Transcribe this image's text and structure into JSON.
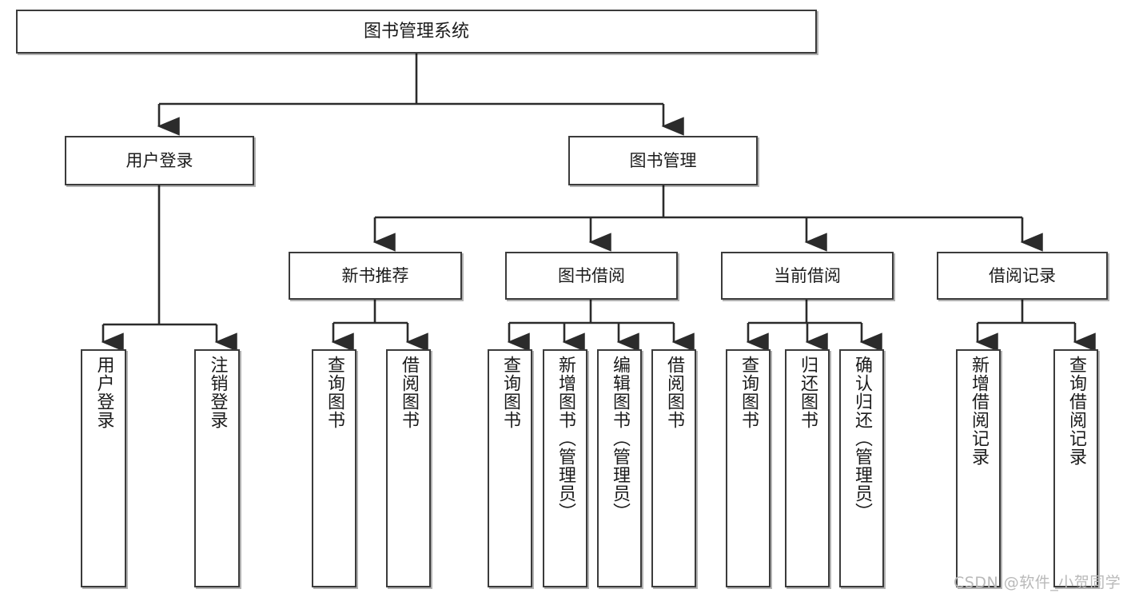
{
  "diagram": {
    "type": "tree-hierarchy",
    "title": "图书管理系统",
    "watermark": "CSDN @软件_小贺同学",
    "colors": {
      "box_border": "#3b3b3b",
      "box_fill": "#ffffff",
      "edge": "#2b2b2b",
      "text": "#1b1b1b",
      "watermark": "#b9b9b9"
    },
    "nodes": {
      "root": {
        "label": "图书管理系统"
      },
      "level2": [
        {
          "id": "user-login",
          "label": "用户登录"
        },
        {
          "id": "book-management",
          "label": "图书管理"
        }
      ],
      "level3": [
        {
          "id": "new-book-recommend",
          "label": "新书推荐"
        },
        {
          "id": "book-borrow",
          "label": "图书借阅"
        },
        {
          "id": "current-borrow",
          "label": "当前借阅"
        },
        {
          "id": "borrow-record",
          "label": "借阅记录"
        }
      ],
      "leaves": [
        {
          "id": "leaf-user-login",
          "label": "用户登录",
          "parent": "user-login"
        },
        {
          "id": "leaf-user-logout",
          "label": "注销登录",
          "parent": "user-login"
        },
        {
          "id": "leaf-query-book-1",
          "label": "查询图书",
          "parent": "new-book-recommend"
        },
        {
          "id": "leaf-borrow-book-1",
          "label": "借阅图书",
          "parent": "new-book-recommend"
        },
        {
          "id": "leaf-query-book-2",
          "label": "查询图书",
          "parent": "book-borrow"
        },
        {
          "id": "leaf-add-book",
          "label": "新增图书（管理员）",
          "parent": "book-borrow"
        },
        {
          "id": "leaf-edit-book",
          "label": "编辑图书（管理员）",
          "parent": "book-borrow"
        },
        {
          "id": "leaf-borrow-book-2",
          "label": "借阅图书",
          "parent": "book-borrow"
        },
        {
          "id": "leaf-query-book-3",
          "label": "查询图书",
          "parent": "current-borrow"
        },
        {
          "id": "leaf-return-book",
          "label": "归还图书",
          "parent": "current-borrow"
        },
        {
          "id": "leaf-confirm-return",
          "label": "确认归还（管理员）",
          "parent": "current-borrow"
        },
        {
          "id": "leaf-add-record",
          "label": "新增借阅记录",
          "parent": "borrow-record"
        },
        {
          "id": "leaf-query-record",
          "label": "查询借阅记录",
          "parent": "borrow-record"
        }
      ]
    }
  }
}
